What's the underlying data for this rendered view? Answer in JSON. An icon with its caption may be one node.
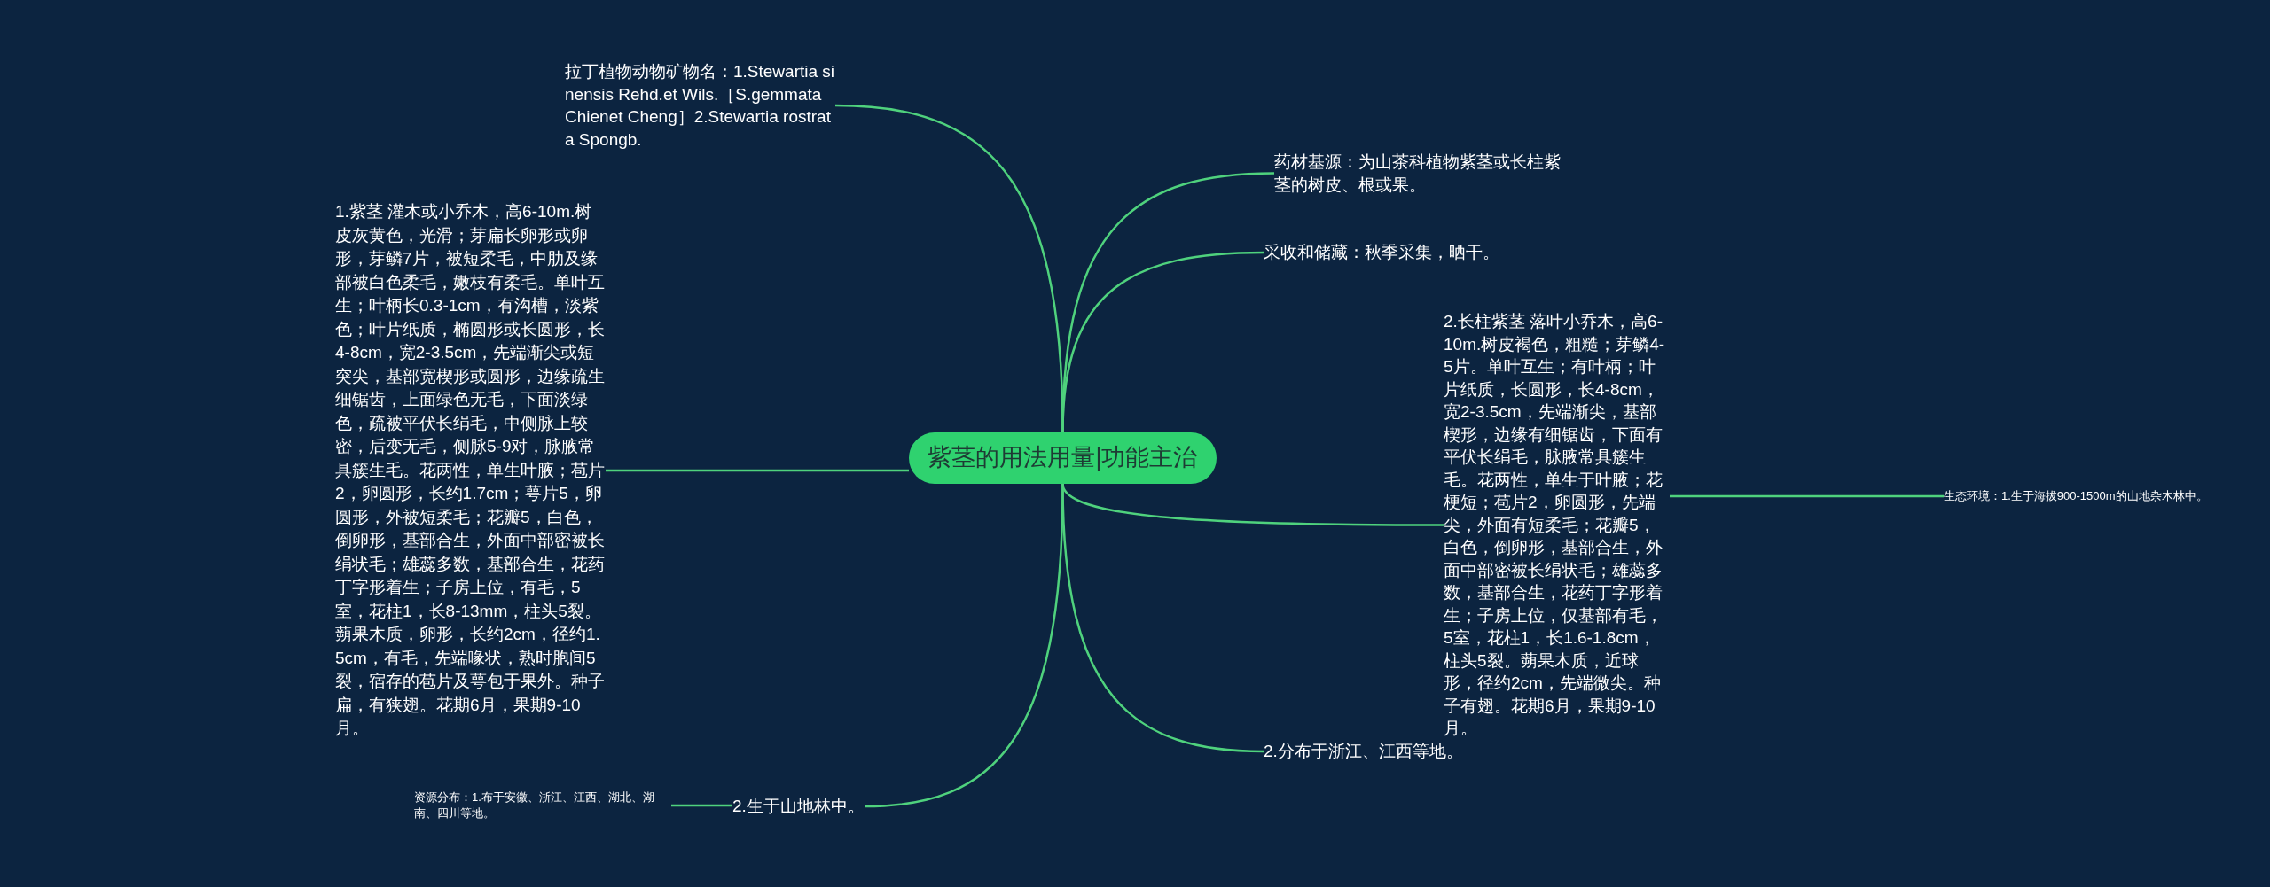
{
  "diagram": {
    "nodes": [
      {
        "text": [
          "紫茎的用法用量|功能主治"
        ]
      },
      {
        "text": [
          "拉丁植物动物矿物名：1.Stewartia sinensis Rehd.et Wils.［S.gemmata Chienet Cheng］2.Stewartia rostrata Spongb."
        ]
      },
      {
        "text": [
          "1.紫茎 灌木或小乔木，高6-10m.树皮灰黄色，光滑；芽扁长卵形或卵形，芽鳞7片，被短柔毛，中肋及缘部被白色柔毛，嫩枝有柔毛。单叶互生；叶柄长0.3-1cm，有沟槽，淡紫色；叶片纸质，椭圆形或长圆形，长4-8cm，宽2-3.5cm，先端渐尖或短突尖，基部宽楔形或圆形，边缘疏生细锯齿，上面绿色无毛，下面淡绿色，疏被平伏长绢毛，中侧脉上较密，后变无毛，侧脉5-9对，脉腋常具簇生毛。花两性，单生叶腋；苞片2，卵圆形，长约1.7cm；萼片5，卵圆形，外被短柔毛；花瓣5，白色，倒卵形，基部合生，外面中部密被长绢状毛；雄蕊多数，基部合生，花药丁字形着生；子房上位，有毛，5室，花柱1，长8-13mm，柱头5裂。蒴果木质，卵形，长约2cm，径约1.5cm，有毛，先端喙状，熟时胞间5裂，宿存的苞片及萼包于果外。种子扁，有狭翅。花期6月，果期9-10月。"
        ]
      },
      {
        "text": [
          "药材基源：为山茶科植物紫茎或长柱紫茎的树皮、根或果。"
        ]
      },
      {
        "text": [
          "采收和储藏：秋季采集，晒干。"
        ]
      },
      {
        "text": [
          "2.长柱紫茎 落叶小乔木，高6-10m.树皮褐色，粗糙；芽鳞4-5片。单叶互生；有叶柄；叶片纸质，长圆形，长4-8cm，宽2-3.5cm，先端渐尖，基部楔形，边缘有细锯齿，下面有平伏长绢毛，脉腋常具簇生毛。花两性，单生于叶腋；花梗短；苞片2，卵圆形，先端尖，外面有短柔毛；花瓣5，白色，倒卵形，基部合生，外面中部密被长绢状毛；雄蕊多数，基部合生，花药丁字形着生；子房上位，仅基部有毛，5室，花柱1，长1.6-1.8cm，柱头5裂。蒴果木质，近球形，径约2cm，先端微尖。种子有翅。花期6月，果期9-10月。"
        ]
      },
      {
        "text": [
          "生态环境：1.生于海拔900-1500m的山地杂木林中。"
        ]
      },
      {
        "text": [
          "2.分布于浙江、江西等地。"
        ]
      },
      {
        "text": [
          "2.生于山地林中。"
        ]
      },
      {
        "text": [
          "资源分布：1.布于安徽、浙江、江西、湖北、湖南、四川等地。"
        ]
      }
    ],
    "edges": [
      {
        "from": 0,
        "to": 1,
        "arrow": "none"
      },
      {
        "from": 0,
        "to": 2,
        "arrow": "none"
      },
      {
        "from": 0,
        "to": 3,
        "arrow": "none"
      },
      {
        "from": 0,
        "to": 4,
        "arrow": "none"
      },
      {
        "from": 0,
        "to": 5,
        "arrow": "none"
      },
      {
        "from": 5,
        "to": 6,
        "arrow": "none"
      },
      {
        "from": 0,
        "to": 7,
        "arrow": "none"
      },
      {
        "from": 0,
        "to": 8,
        "arrow": "none"
      },
      {
        "from": 8,
        "to": 9,
        "arrow": "none"
      }
    ]
  }
}
